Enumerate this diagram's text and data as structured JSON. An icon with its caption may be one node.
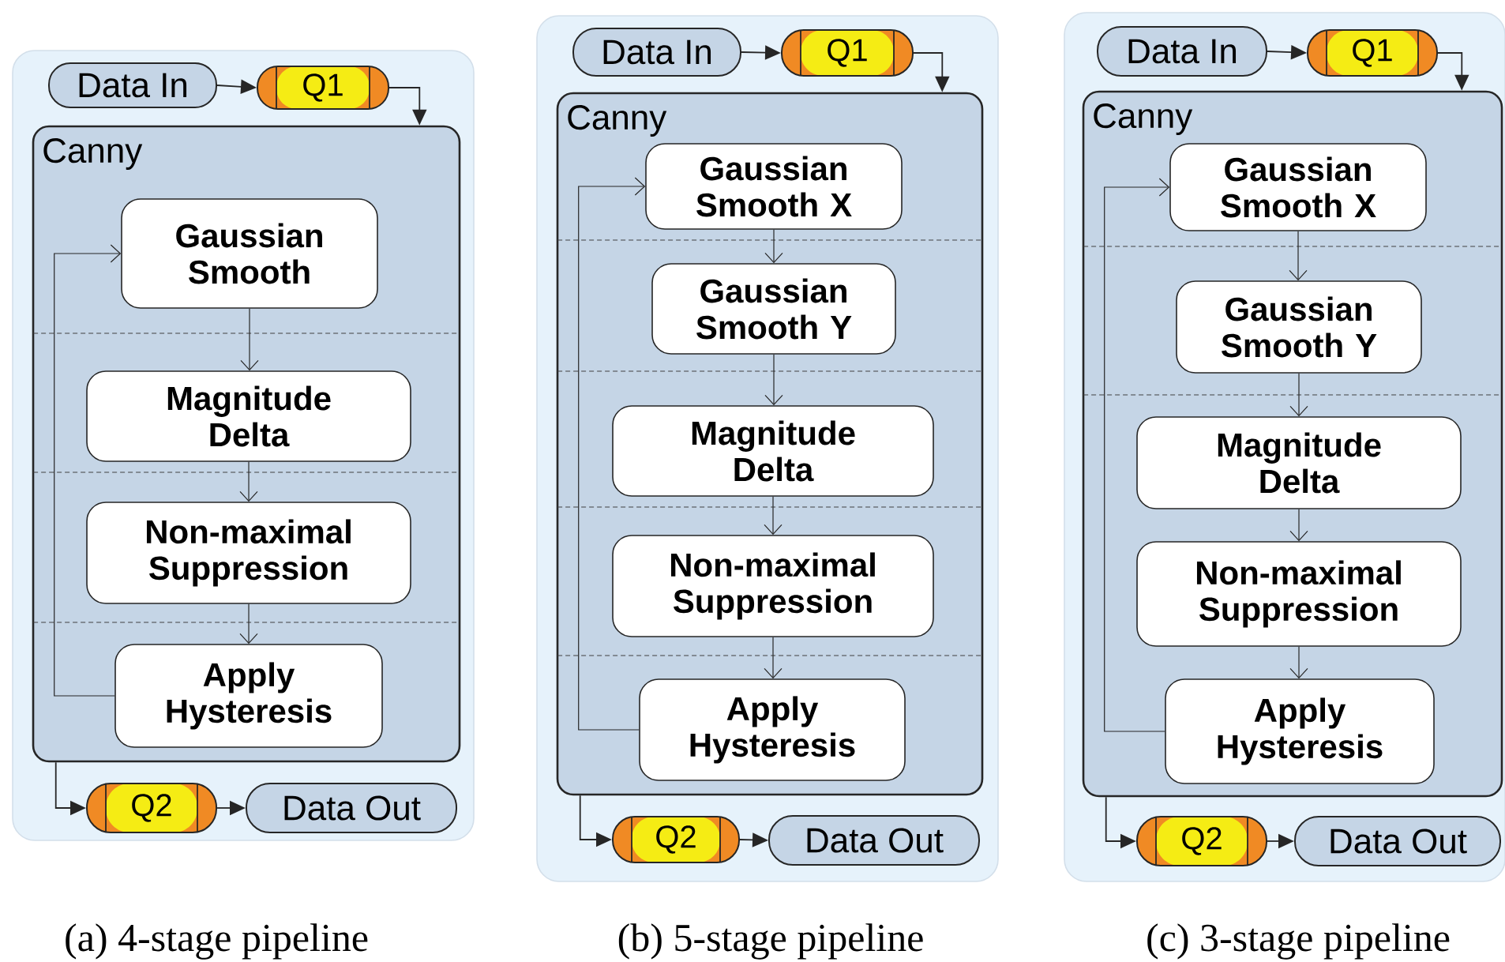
{
  "diagram": {
    "nodes": [
      {
        "text": [],
        "shape": "box"
      },
      {
        "text": [
          "Data In"
        ],
        "in": 0
      },
      {
        "text": [
          "Q1"
        ],
        "in": 0
      },
      {
        "text": [
          "Canny"
        ],
        "in": 0
      },
      {
        "text": [
          "Gaussian Smooth"
        ],
        "in": 3
      },
      {
        "text": [
          "Magnitude Delta"
        ],
        "in": 3
      },
      {
        "text": [
          "Non-maximal Suppression"
        ],
        "in": 3
      },
      {
        "text": [
          "Apply Hysteresis"
        ],
        "in": 3
      },
      {
        "text": [
          "Q2"
        ],
        "in": 0
      },
      {
        "text": [
          "Data Out"
        ],
        "in": 0
      },
      {
        "text": [],
        "shape": "box"
      },
      {
        "text": [
          "Data In"
        ],
        "in": 10
      },
      {
        "text": [
          "Q1"
        ],
        "in": 10
      },
      {
        "text": [
          "Canny"
        ],
        "in": 10
      },
      {
        "text": [
          "Gaussian Smooth X"
        ],
        "in": 13
      },
      {
        "text": [
          "Gaussian Smooth Y"
        ],
        "in": 13
      },
      {
        "text": [
          "Magnitude Delta"
        ],
        "in": 13
      },
      {
        "text": [
          "Non-maximal Suppression"
        ],
        "in": 13
      },
      {
        "text": [
          "Apply Hysteresis"
        ],
        "in": 13
      },
      {
        "text": [
          "Q2"
        ],
        "in": 10
      },
      {
        "text": [
          "Data Out"
        ],
        "in": 10
      },
      {
        "text": [],
        "shape": "box"
      },
      {
        "text": [
          "Data In"
        ],
        "in": 21
      },
      {
        "text": [
          "Q1"
        ],
        "in": 21
      },
      {
        "text": [
          "Canny"
        ],
        "in": 21
      },
      {
        "text": [
          "Gaussian Smooth X"
        ],
        "in": 24
      },
      {
        "text": [
          "Gaussian Smooth Y"
        ],
        "in": 24
      },
      {
        "text": [
          "Magnitude Delta"
        ],
        "in": 24
      },
      {
        "text": [
          "Non-maximal Suppression"
        ],
        "in": 24
      },
      {
        "text": [
          "Apply Hysteresis"
        ],
        "in": 24
      },
      {
        "text": [
          "Q2"
        ],
        "in": 21
      },
      {
        "text": [
          "Data Out"
        ],
        "in": 21
      }
    ],
    "edges": [
      {
        "from": 1,
        "to": 2,
        "arrow": "to"
      },
      {
        "from": 2,
        "to": 3,
        "arrow": "to"
      },
      {
        "from": 4,
        "to": 5,
        "arrow": "to"
      },
      {
        "from": 5,
        "to": 6,
        "arrow": "to"
      },
      {
        "from": 6,
        "to": 7,
        "arrow": "to"
      },
      {
        "from": 7,
        "to": 4,
        "arrow": "to"
      },
      {
        "from": 3,
        "to": 8,
        "arrow": "to"
      },
      {
        "from": 8,
        "to": 9,
        "arrow": "to"
      },
      {
        "from": 11,
        "to": 12,
        "arrow": "to"
      },
      {
        "from": 12,
        "to": 13,
        "arrow": "to"
      },
      {
        "from": 14,
        "to": 15,
        "arrow": "to"
      },
      {
        "from": 15,
        "to": 16,
        "arrow": "to"
      },
      {
        "from": 16,
        "to": 17,
        "arrow": "to"
      },
      {
        "from": 17,
        "to": 18,
        "arrow": "to"
      },
      {
        "from": 18,
        "to": 14,
        "arrow": "to"
      },
      {
        "from": 13,
        "to": 19,
        "arrow": "to"
      },
      {
        "from": 19,
        "to": 20,
        "arrow": "to"
      },
      {
        "from": 22,
        "to": 23,
        "arrow": "to"
      },
      {
        "from": 23,
        "to": 24,
        "arrow": "to"
      },
      {
        "from": 25,
        "to": 26,
        "arrow": "to"
      },
      {
        "from": 26,
        "to": 27,
        "arrow": "to"
      },
      {
        "from": 27,
        "to": 28,
        "arrow": "to"
      },
      {
        "from": 28,
        "to": 29,
        "arrow": "to"
      },
      {
        "from": 29,
        "to": 25,
        "arrow": "to"
      },
      {
        "from": 24,
        "to": 30,
        "arrow": "to"
      },
      {
        "from": 30,
        "to": 31,
        "arrow": "to"
      }
    ],
    "labels": [
      "(a) 4-stage pipeline",
      "(b) 5-stage pipeline",
      "(c) 3-stage pipeline"
    ]
  }
}
